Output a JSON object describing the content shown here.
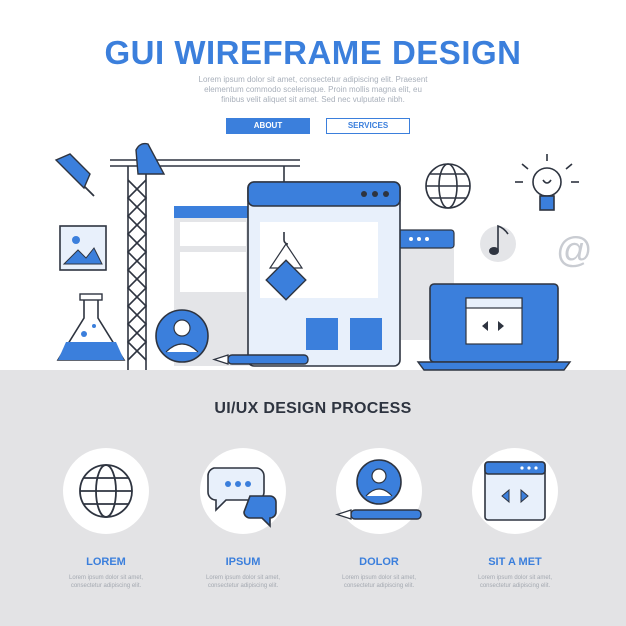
{
  "header": {
    "title": "GUI WIREFRAME DESIGN",
    "intro": "Lorem ipsum dolor sit amet, consectetur adipiscing elit. Praesent elementum commodo scelerisque. Proin mollis magna elit, eu finibus velit aliquet sit amet. Sed nec vulputate nibh."
  },
  "buttons": {
    "about": "ABOUT",
    "services": "SERVICES"
  },
  "hero": {
    "at_symbol": "@"
  },
  "process": {
    "title": "UI/UX DESIGN PROCESS",
    "steps": [
      {
        "label": "LOREM",
        "icon": "globe-icon",
        "text": "Lorem ipsum dolor sit amet, consectetur adipiscing elit."
      },
      {
        "label": "IPSUM",
        "icon": "chat-bubbles-icon",
        "text": "Lorem ipsum dolor sit amet, consectetur adipiscing elit."
      },
      {
        "label": "DOLOR",
        "icon": "user-profile-icon",
        "text": "Lorem ipsum dolor sit amet, consectetur adipiscing elit."
      },
      {
        "label": "SIT A MET",
        "icon": "code-window-icon",
        "text": "Lorem ipsum dolor sit amet, consectetur adipiscing elit."
      }
    ]
  },
  "colors": {
    "accent": "#3b7fdc",
    "accent_light": "#e8f0fb",
    "outline": "#2e3440",
    "gray_band": "#e3e3e5"
  }
}
